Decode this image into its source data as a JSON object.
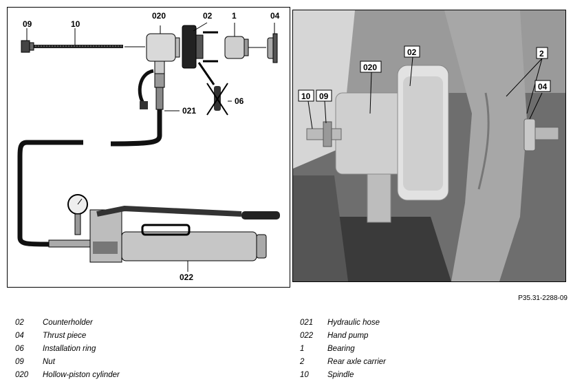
{
  "figure": {
    "left_callouts": [
      "09",
      "10",
      "020",
      "02",
      "1",
      "04",
      "06",
      "021",
      "022"
    ],
    "right_callouts": [
      "020",
      "02",
      "2",
      "10",
      "09",
      "04"
    ],
    "reference_code": "P35.31-2288-09"
  },
  "legend": {
    "left": [
      {
        "key": "02",
        "label": "Counterholder"
      },
      {
        "key": "04",
        "label": "Thrust piece"
      },
      {
        "key": "06",
        "label": "Installation ring"
      },
      {
        "key": "09",
        "label": "Nut"
      },
      {
        "key": "020",
        "label": "Hollow-piston cylinder"
      }
    ],
    "right": [
      {
        "key": "021",
        "label": "Hydraulic hose"
      },
      {
        "key": "022",
        "label": "Hand pump"
      },
      {
        "key": "1",
        "label": "Bearing"
      },
      {
        "key": "2",
        "label": "Rear axle carrier"
      },
      {
        "key": "10",
        "label": "Spindle"
      }
    ]
  }
}
